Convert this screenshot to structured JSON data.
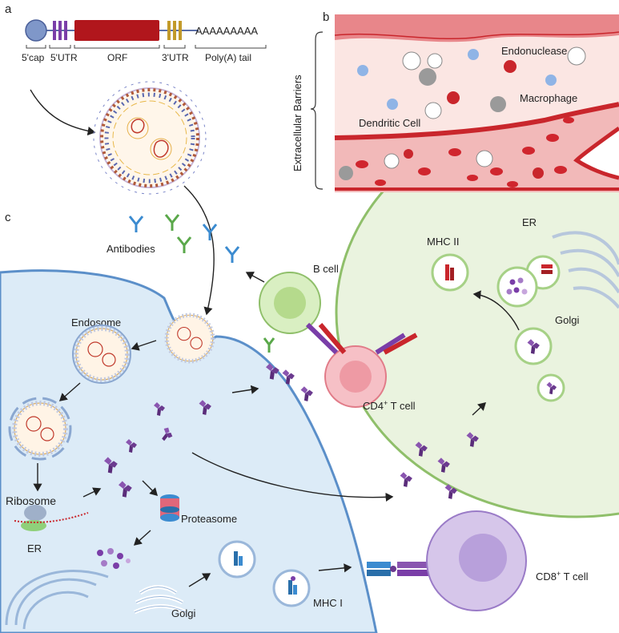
{
  "panels": {
    "a": "a",
    "b": "b",
    "c": "c"
  },
  "mrna": {
    "labels": {
      "cap": "5'cap",
      "utr5": "5'UTR",
      "orf": "ORF",
      "utr3": "3'UTR",
      "polya": "Poly(A) tail"
    },
    "tail_text": "AAAAAAAAA"
  },
  "barriers": {
    "side_label": "Extracellular Barriers",
    "endonuclease": "Endonuclease",
    "macrophage": "Macrophage",
    "dendritic": "Dendritic Cell"
  },
  "cell": {
    "antibodies": "Antibodies",
    "b_cell": "B cell",
    "endosome": "Endosome",
    "ribosome": "Ribosome",
    "er_left": "ER",
    "proteasome": "Proteasome",
    "golgi_left": "Golgi",
    "mhc1": "MHC I",
    "cd4_main": "CD4",
    "cd4_sup": "+",
    "cd4_rest": " T cell",
    "cd8_main": "CD8",
    "cd8_sup": "+",
    "cd8_rest": " T cell",
    "er_right": "ER",
    "mhc2": "MHC II",
    "golgi_right": "Golgi"
  },
  "colors": {
    "cell_fill": "#dcebf7",
    "cell_stroke": "#5b8fc9",
    "apc_fill": "#eaf3df",
    "apc_stroke": "#8fbf6a",
    "vessel": "#c9262c",
    "orf": "#b1161c",
    "utr5": "#7a3ea8",
    "utr3": "#c29a2a",
    "cap": "#7f97c9",
    "antigen": "#6b3a8f"
  }
}
